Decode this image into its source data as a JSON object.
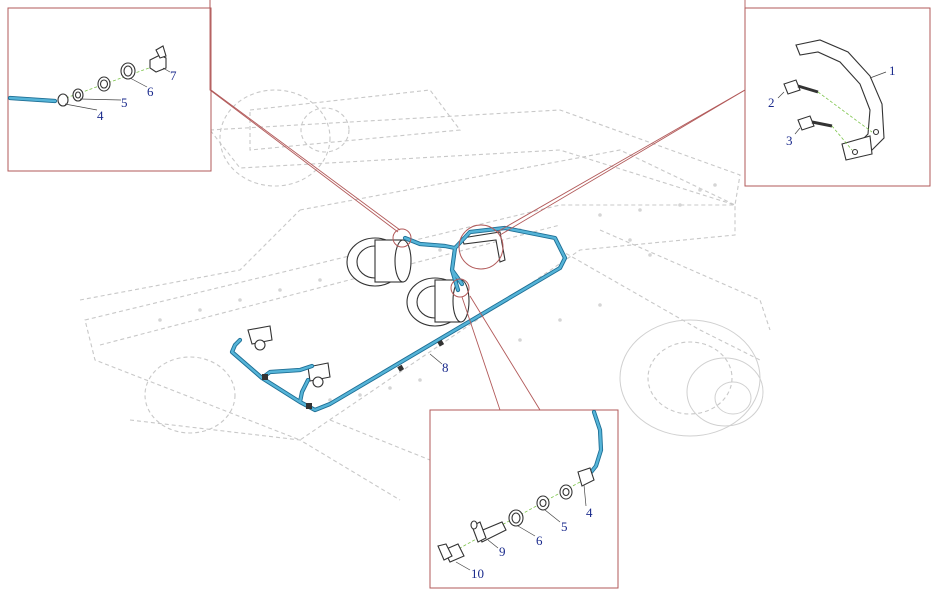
{
  "colors": {
    "hose": "#55b4d8",
    "hose_outline": "#1e6f95",
    "callout_frame": "#b25a5a",
    "label": "#1a2a8c",
    "axis": "#7cc44a"
  },
  "callouts": {
    "top_left": {
      "labels": [
        "4",
        "5",
        "6",
        "7"
      ]
    },
    "top_right": {
      "labels": [
        "1",
        "2",
        "3"
      ]
    },
    "bottom": {
      "labels": [
        "4",
        "5",
        "6",
        "9",
        "10"
      ]
    },
    "main": {
      "labels": [
        "8"
      ]
    }
  }
}
